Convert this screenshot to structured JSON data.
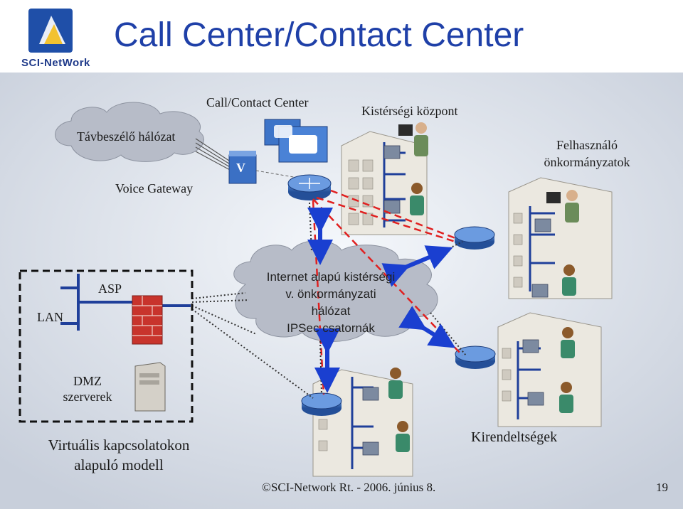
{
  "logo": {
    "text": "SCI-NetWork"
  },
  "title": "Call Center/Contact Center",
  "labels": {
    "call_contact_center": "Call/Contact Center",
    "kistersegi_kozpont": "Kistérségi központ",
    "tavbeszelo_halozat": "Távbeszélő hálózat",
    "voice_gateway": "Voice Gateway",
    "felhasznalo_1": "Felhasználó",
    "felhasznalo_2": "önkormányzatok",
    "lan": "LAN",
    "asp": "ASP",
    "dmz_1": "DMZ",
    "dmz_2": "szerverek",
    "virtualis_1": "Virtuális kapcsolatokon",
    "virtualis_2": "alapuló modell",
    "kirendeltsegek": "Kirendeltségek",
    "gateway_symbol": "V"
  },
  "cloud": {
    "line1": "Internet alapú kistérségi",
    "line2": "v. önkormányzati",
    "line3": "hálózat",
    "line4": "IPSec csatornák"
  },
  "footer": {
    "copyright": "©SCI-Network Rt. - 2006. június 8.",
    "page": "19"
  },
  "colors": {
    "title": "#1f40a8",
    "tunnel": "#e02020",
    "arrow": "#1a3fd0",
    "router": "#3a6fc0",
    "building": "#e8e6e0"
  }
}
